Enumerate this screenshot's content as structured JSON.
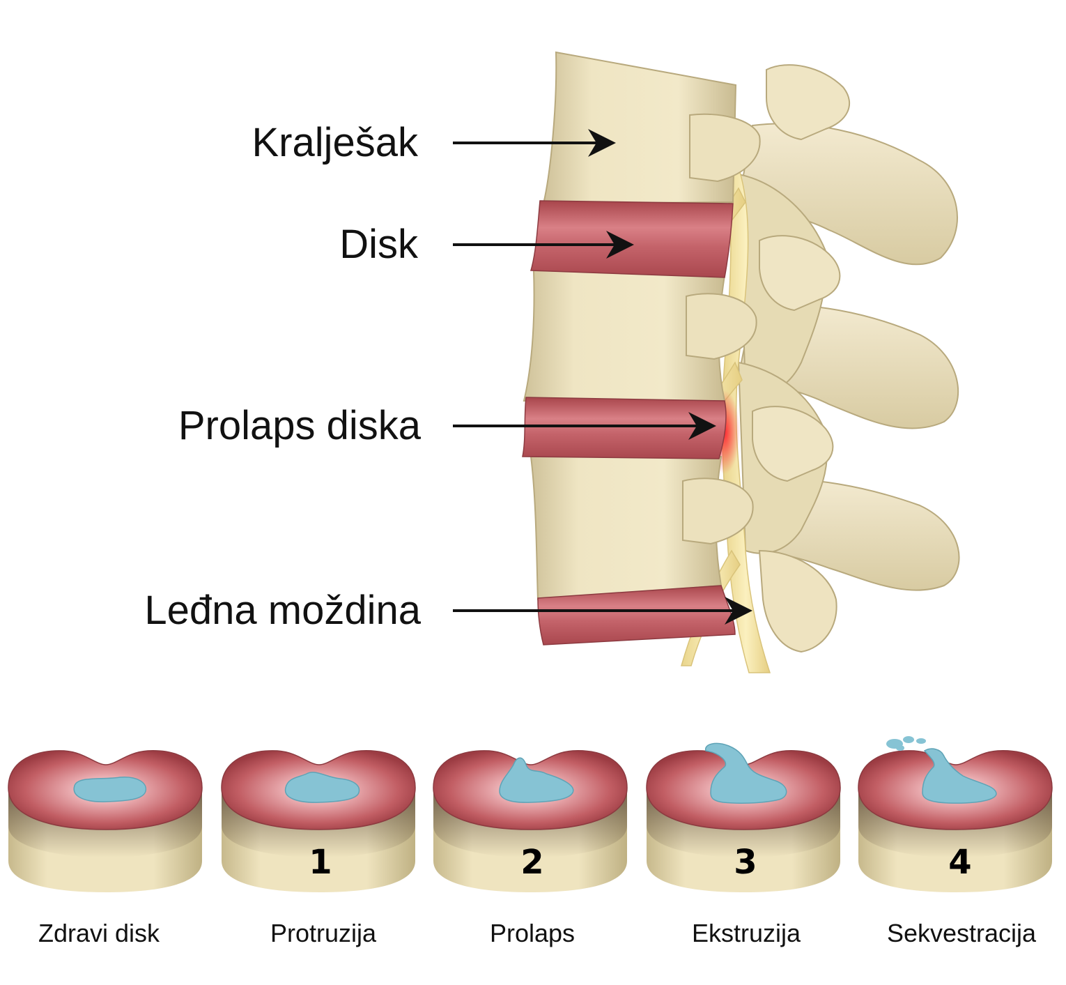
{
  "anatomy_labels": {
    "vertebra": "Kralješak",
    "disc": "Disk",
    "disc_prolapse": "Prolaps diska",
    "spinal_cord": "Leđna moždina"
  },
  "stages": [
    {
      "number": "",
      "caption": "Zdravi disk"
    },
    {
      "number": "1",
      "caption": "Protruzija"
    },
    {
      "number": "2",
      "caption": "Prolaps"
    },
    {
      "number": "3",
      "caption": "Ekstruzija"
    },
    {
      "number": "4",
      "caption": "Sekvestracija"
    }
  ],
  "colors": {
    "bone": "#ede2bc",
    "disc": "#c96a6e",
    "nucleus": "#86c3d4",
    "nerve": "#f5e6a4",
    "herniation": "#e8323a"
  }
}
